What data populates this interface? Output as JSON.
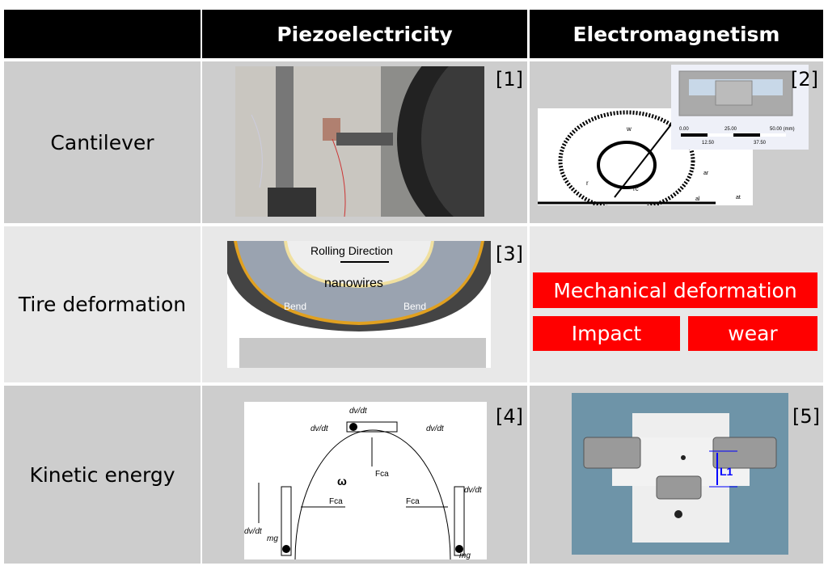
{
  "header": {
    "col1": "",
    "col2": "Piezoelectricity",
    "col3": "Electromagnetism"
  },
  "rows": [
    {
      "label": "Cantilever",
      "ref_piezo": "[1]",
      "ref_em": "[2]"
    },
    {
      "label": "Tire deformation",
      "ref_piezo": "[3]",
      "em_boxes": [
        "Mechanical deformation",
        "Impact",
        "wear"
      ]
    },
    {
      "label": "Kinetic energy",
      "ref_piezo": "[4]",
      "ref_em": "[5]"
    }
  ],
  "figures": {
    "em_cantilever": {
      "scale_top": [
        "0.00",
        "25.00",
        "50.00 (mm)"
      ],
      "scale_bottom": [
        "12.50",
        "37.50"
      ],
      "labels": [
        "w",
        "r",
        "rc",
        "ar",
        "at",
        "al"
      ]
    },
    "tire": {
      "rolling": "Rolling Direction",
      "nanowires": "nanowires",
      "bend": "Bend"
    },
    "kinetic": {
      "dvdt": "dv/dt",
      "fca": "Fca",
      "omega": "ω",
      "mg": "mg"
    },
    "magnet": {
      "l1": "L1"
    }
  },
  "colors": {
    "red": "#ff0000",
    "header": "#000000"
  }
}
